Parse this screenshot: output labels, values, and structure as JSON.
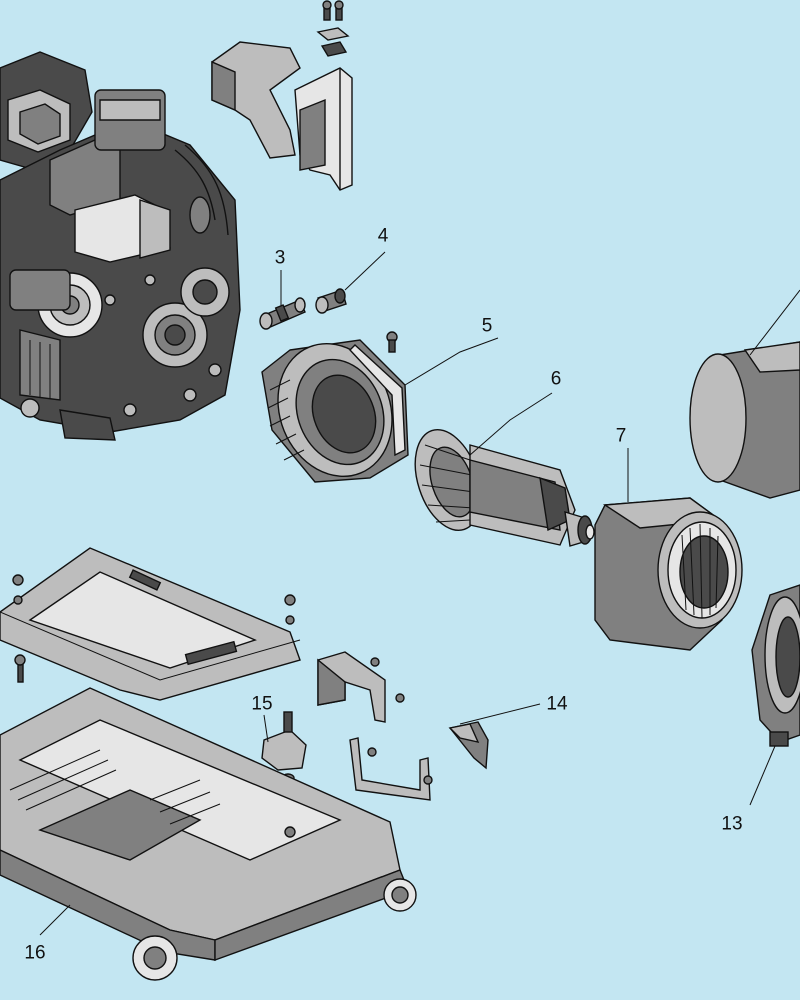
{
  "background_color": "#c3e6f2",
  "callouts": [
    {
      "id": "3",
      "text": "3"
    },
    {
      "id": "4",
      "text": "4"
    },
    {
      "id": "5",
      "text": "5"
    },
    {
      "id": "6",
      "text": "6"
    },
    {
      "id": "7",
      "text": "7"
    },
    {
      "id": "13",
      "text": "13"
    },
    {
      "id": "14",
      "text": "14"
    },
    {
      "id": "15",
      "text": "15"
    },
    {
      "id": "16",
      "text": "16"
    }
  ],
  "parts": [
    {
      "id": "engine"
    },
    {
      "id": "top-bracket"
    },
    {
      "id": "fitting-3"
    },
    {
      "id": "fitting-4"
    },
    {
      "id": "housing-5"
    },
    {
      "id": "rotor-6"
    },
    {
      "id": "stator-7"
    },
    {
      "id": "cover-ring"
    },
    {
      "id": "end-bracket-13"
    },
    {
      "id": "fan-guard-14"
    },
    {
      "id": "mount-15"
    },
    {
      "id": "frame-16"
    },
    {
      "id": "mounting-frame"
    },
    {
      "id": "small-brackets"
    }
  ]
}
